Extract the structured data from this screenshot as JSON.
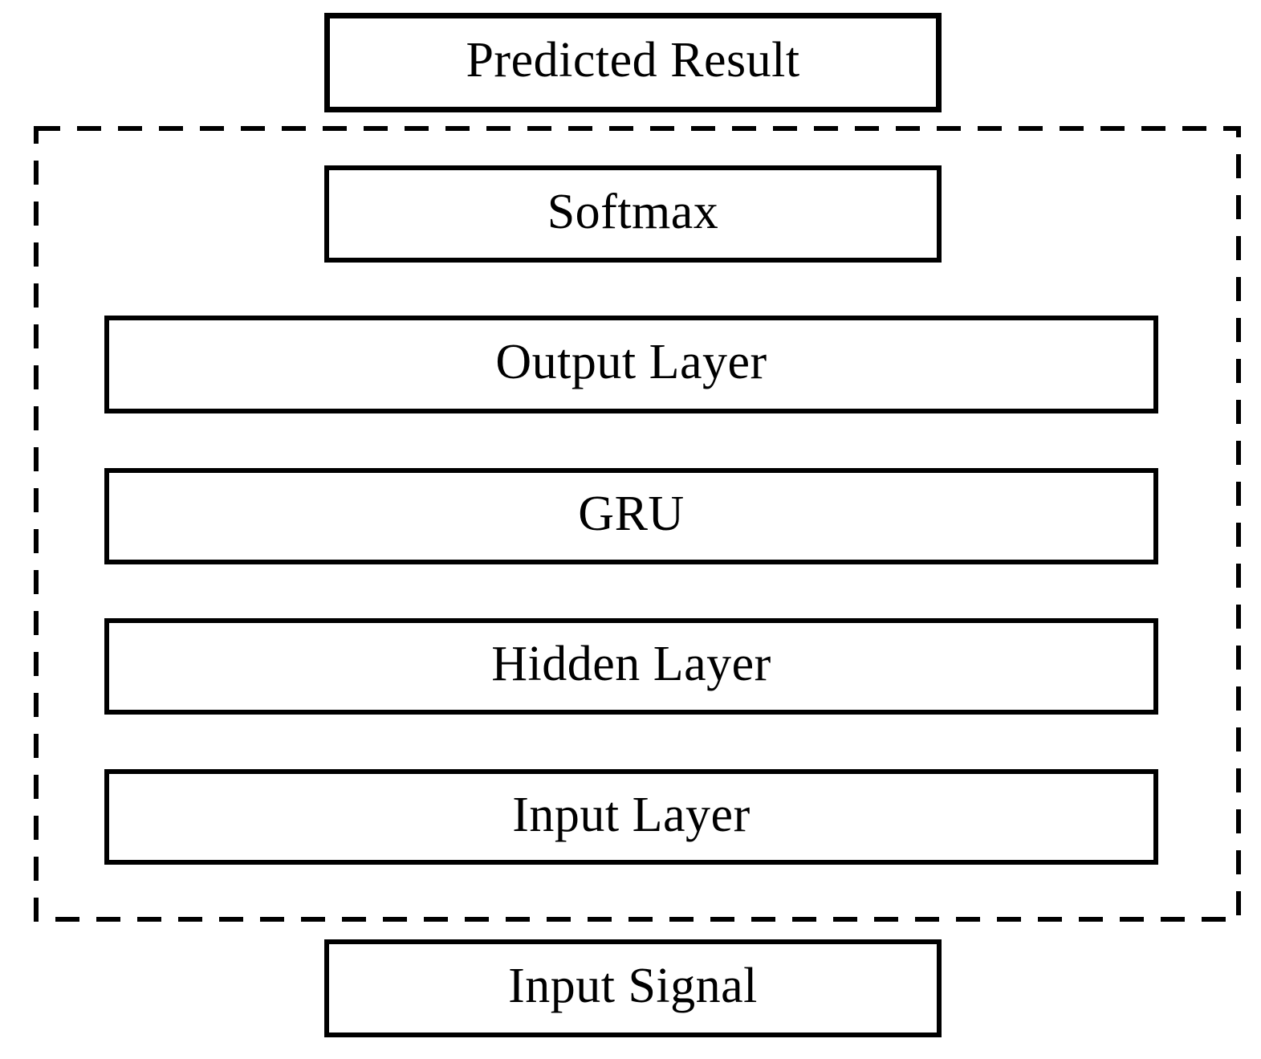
{
  "diagram": {
    "description": "GRU network block diagram",
    "colors": {
      "background": "#ffffff",
      "box_fill": "#ffffff",
      "box_border": "#000000",
      "text": "#000000",
      "dashed_boundary": "#000000"
    },
    "nodes": [
      {
        "id": "predicted-result",
        "label": "Predicted Result",
        "inside_boundary": false
      },
      {
        "id": "softmax",
        "label": "Softmax",
        "inside_boundary": true
      },
      {
        "id": "output-layer",
        "label": "Output Layer",
        "inside_boundary": true
      },
      {
        "id": "gru",
        "label": "GRU",
        "inside_boundary": true
      },
      {
        "id": "hidden-layer",
        "label": "Hidden Layer",
        "inside_boundary": true
      },
      {
        "id": "input-layer",
        "label": "Input Layer",
        "inside_boundary": true
      },
      {
        "id": "input-signal",
        "label": "Input Signal",
        "inside_boundary": false
      }
    ]
  }
}
